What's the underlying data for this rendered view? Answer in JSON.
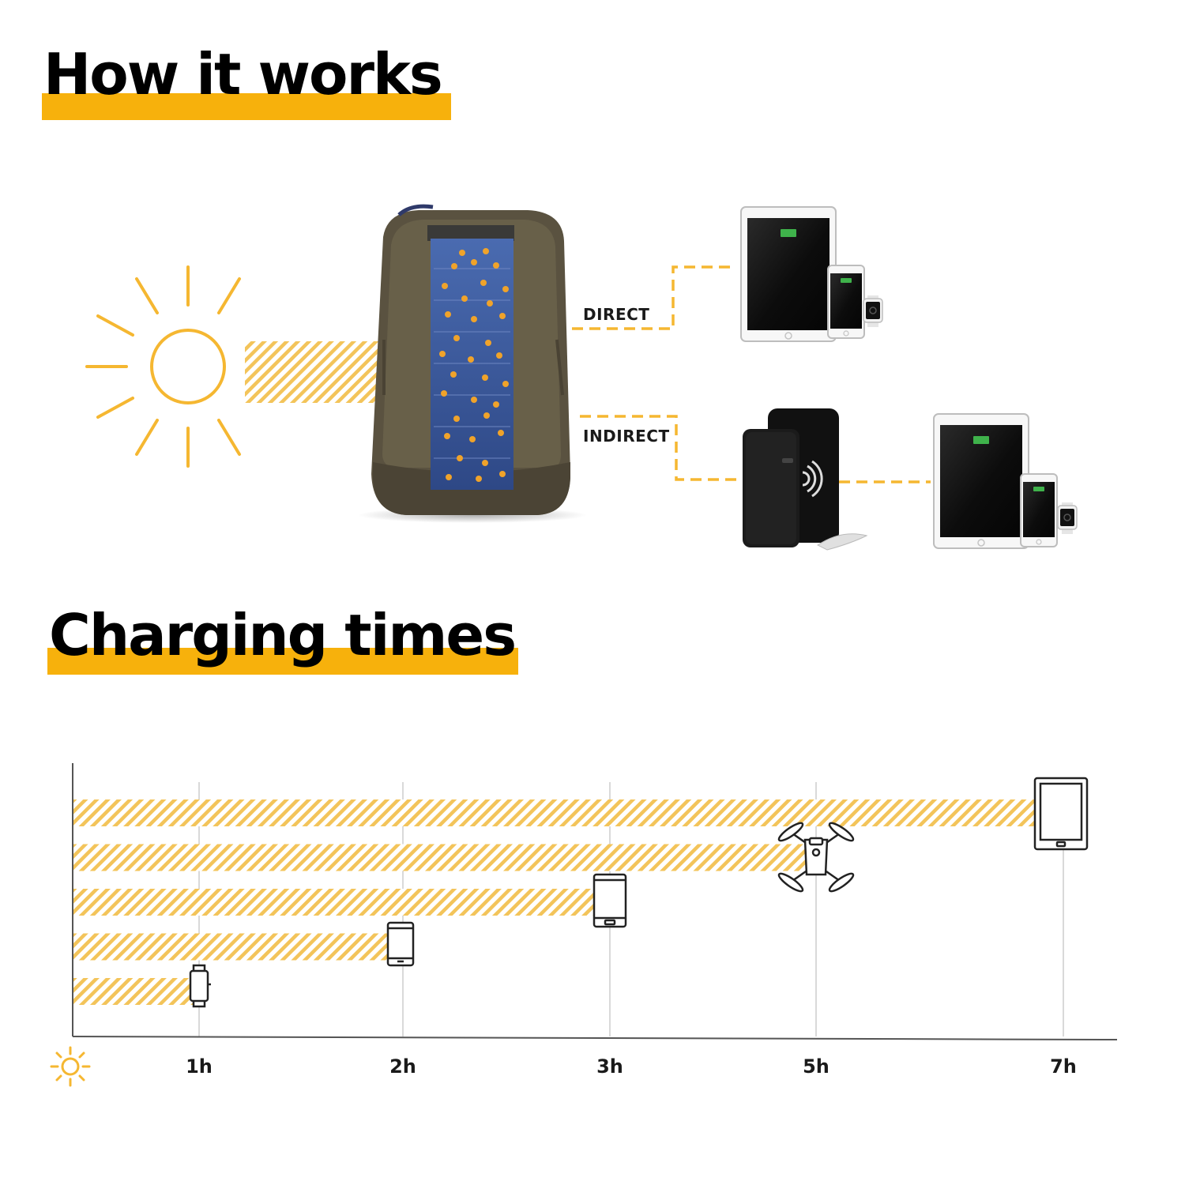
{
  "headings": {
    "how_it_works": "How it works",
    "charging_times": "Charging times"
  },
  "flow": {
    "direct_label": "DIRECT",
    "indirect_label": "INDIRECT"
  },
  "colors": {
    "accent": "#f7b10c",
    "sun": "#f5b731",
    "hatch": "#f3c45a",
    "text": "#000000"
  },
  "icons": [
    "sun-icon",
    "solar-backpack",
    "tablet-icon",
    "phone-icon",
    "watch-icon",
    "power-bank-icon",
    "drone-icon"
  ],
  "chart_data": {
    "type": "bar",
    "orientation": "horizontal",
    "title": "Charging times",
    "xlabel": "",
    "ylabel": "",
    "x_axis_icon": "sun-icon",
    "categories": [
      "watch",
      "phone",
      "smartphone",
      "drone",
      "tablet"
    ],
    "values": [
      1,
      2,
      3,
      5,
      7
    ],
    "unit": "h",
    "tick_labels": [
      "1h",
      "2h",
      "3h",
      "5h",
      "7h"
    ],
    "grid": "vertical"
  }
}
